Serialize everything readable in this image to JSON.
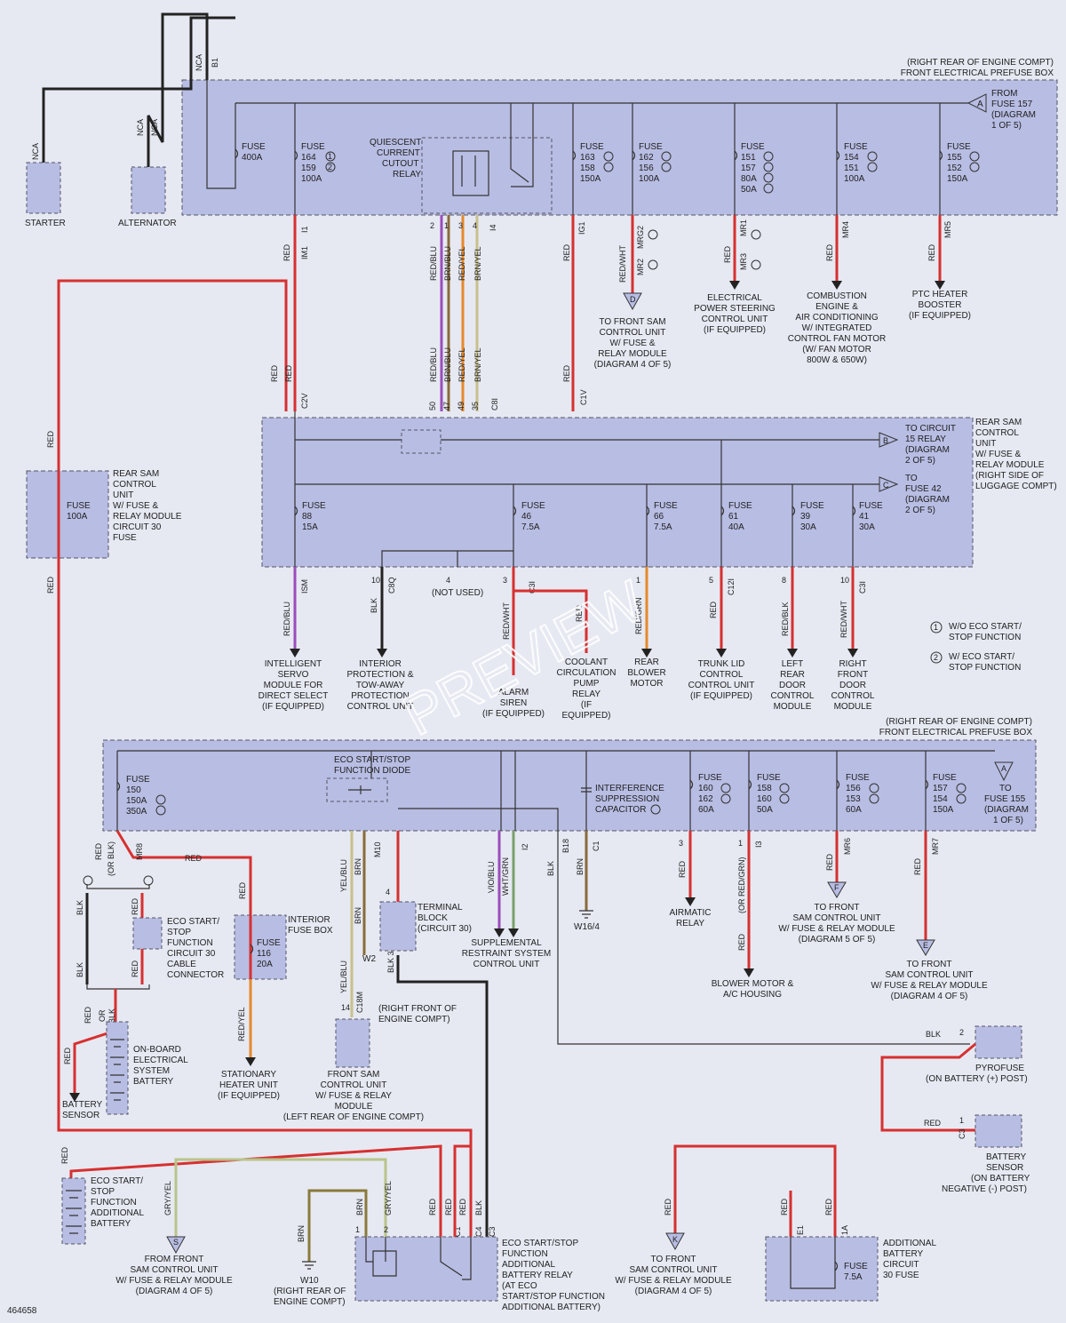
{
  "diagram_id": "464658",
  "watermark": "PREVIEW",
  "top_box": {
    "title_line1": "(RIGHT REAR OF ENGINE COMPT)",
    "title_line2": "FRONT ELECTRICAL PREFUSE BOX",
    "from_fuse": "FROM FUSE 157 (DIAGRAM 1 OF 5)",
    "fuse_400": "FUSE 400A",
    "fuse_164": [
      "FUSE",
      "164",
      "159",
      "100A"
    ],
    "relay": [
      "QUIESCENT",
      "CURRENT",
      "CUTOUT",
      "RELAY"
    ],
    "fuse_163": [
      "FUSE",
      "163",
      "158",
      "150A"
    ],
    "fuse_162": [
      "FUSE",
      "162",
      "156",
      "100A"
    ],
    "fuse_151": [
      "FUSE",
      "151",
      "157",
      "80A",
      "50A"
    ],
    "fuse_154": [
      "FUSE",
      "154",
      "151",
      "100A"
    ],
    "fuse_155": [
      "FUSE",
      "155",
      "152",
      "150A"
    ]
  },
  "starter": "STARTER",
  "alternator": "ALTERNATOR",
  "wire_labels": {
    "nca": "NCA",
    "b1": "B1",
    "red": "RED",
    "blk": "BLK",
    "brn": "BRN",
    "red_blu": "RED/BLU",
    "brn_blu": "BRN/BLU",
    "red_yel": "RED/YEL",
    "brn_yel": "BRN/YEL",
    "red_wht": "RED/WHT",
    "red_grn": "RED/GRN",
    "red_blk": "RED/BLK",
    "yel_blu": "YEL/BLU",
    "vio_blu": "VIO/BLU",
    "wht_grn": "WHT/GRN",
    "gry_yel": "GRY/YEL",
    "red_yel2": "RED/YEL",
    "or_blk": "(OR BLK)",
    "or_red_grn": "(OR RED/GRN)"
  },
  "connectors": {
    "i1": "I1",
    "im1": "IM1",
    "i4": "I4",
    "ig1": "IG1",
    "mrg2": "MRG2",
    "mr2": "MR2",
    "mr1": "MR1",
    "mr3": "MR3",
    "mr4": "MR4",
    "mr5": "MR5",
    "c2v": "C2V",
    "c8i": "C8I",
    "c1v": "C1V",
    "ism": "ISM",
    "c8q": "C8Q",
    "c3i": "C3I",
    "c12i": "C12I",
    "c3l": "C3I",
    "mr8": "MR8",
    "m10": "M10",
    "c18m": "C18M",
    "c1": "C1",
    "i2": "I2",
    "b18": "B18",
    "i3": "I3",
    "mr6": "MR6",
    "mr7": "MR7",
    "c3": "C3",
    "c4": "C4",
    "e1": "E1",
    "a": "A"
  },
  "pins": [
    "2",
    "1",
    "3",
    "4",
    "50",
    "47",
    "49",
    "35",
    "4",
    "10",
    "3",
    "1",
    "5",
    "8",
    "10",
    "14",
    "4",
    "3",
    "1",
    "2",
    "2",
    "1"
  ],
  "destinations": {
    "front_sam_d": "TO FRONT SAM CONTROL UNIT W/ FUSE & RELAY MODULE (DIAGRAM 4 OF 5)",
    "eps": "ELECTRICAL POWER STEERING CONTROL UNIT (IF EQUIPPED)",
    "combustion": "COMBUSTION ENGINE & AIR CONDITIONING W/ INTEGRATED CONTROL FAN MOTOR (W/ FAN MOTOR 800W & 650W)",
    "ptc": "PTC HEATER BOOSTER (IF EQUIPPED)"
  },
  "rear_sam": {
    "label": "REAR SAM CONTROL UNIT W/ FUSE & RELAY MODULE (RIGHT SIDE OF LUGGAGE COMPT)",
    "to_15": "TO CIRCUIT 15 RELAY (DIAGRAM 2 OF 5)",
    "to_42": "TO FUSE 42 (DIAGRAM 2 OF 5)",
    "fuses": [
      {
        "n": "88",
        "a": "15A"
      },
      {
        "n": "46",
        "a": "7.5A"
      },
      {
        "n": "66",
        "a": "7.5A"
      },
      {
        "n": "61",
        "a": "40A"
      },
      {
        "n": "39",
        "a": "30A"
      },
      {
        "n": "41",
        "a": "30A"
      }
    ],
    "fuse_label": "FUSE"
  },
  "rear_sam_100": {
    "fuse": "FUSE 100A",
    "label": "REAR SAM CONTROL UNIT W/ FUSE & RELAY MODULE CIRCUIT 30 FUSE"
  },
  "rear_outputs": {
    "servo": "INTELLIGENT SERVO MODULE FOR DIRECT SELECT (IF EQUIPPED)",
    "interior": "INTERIOR PROTECTION & TOW-AWAY PROTECTION CONTROL UNIT",
    "not_used": "(NOT USED)",
    "alarm": "ALARM SIREN (IF EQUIPPED)",
    "coolant": "COOLANT CIRCULATION PUMP RELAY (IF EQUIPPED)",
    "blower": "REAR BLOWER MOTOR",
    "trunk": "TRUNK LID CONTROL CONTROL UNIT (IF EQUIPPED)",
    "left_door": "LEFT REAR DOOR CONTROL MODULE",
    "right_door": "RIGHT FRONT DOOR CONTROL MODULE"
  },
  "legend": {
    "one": "W/O ECO START/ STOP FUNCTION",
    "two": "W/ ECO START/ STOP FUNCTION"
  },
  "bottom_box": {
    "title_line1": "(RIGHT REAR OF ENGINE COMPT)",
    "title_line2": "FRONT ELECTRICAL PREFUSE BOX",
    "fuse_150": [
      "FUSE",
      "150",
      "150A",
      "350A"
    ],
    "diode": "ECO START/STOP FUNCTION DIODE",
    "capacitor": "INTERFERENCE SUPPRESSION CAPACITOR",
    "fuse_160": [
      "FUSE",
      "160",
      "162",
      "60A"
    ],
    "fuse_158": [
      "FUSE",
      "158",
      "160",
      "50A"
    ],
    "fuse_156": [
      "FUSE",
      "156",
      "153",
      "60A"
    ],
    "fuse_157": [
      "FUSE",
      "157",
      "154",
      "150A"
    ],
    "to_155": "TO FUSE 155 (DIAGRAM 1 OF 5)"
  },
  "bottom_components": {
    "eco_cable": "ECO START/ STOP FUNCTION CIRCUIT 30 CABLE CONNECTOR",
    "interior_fuse_box": "INTERIOR FUSE BOX",
    "fuse_116": [
      "FUSE",
      "116",
      "20A"
    ],
    "terminal_block": "TERMINAL BLOCK (CIRCUIT 30)",
    "w2": "W2",
    "right_front": "(RIGHT FRONT OF ENGINE COMPT)",
    "srs": "SUPPLEMENTAL RESTRAINT SYSTEM CONTROL UNIT",
    "w16": "W16/4",
    "airmatic": "AIRMATIC RELAY",
    "blower_ac": "BLOWER MOTOR & A/C HOUSING",
    "to_front_f": "TO FRONT SAM CONTROL UNIT W/ FUSE & RELAY MODULE (DIAGRAM 5 OF 5)",
    "to_front_e": "TO FRONT SAM CONTROL UNIT W/ FUSE & RELAY MODULE (DIAGRAM 4 OF 5)",
    "battery_onboard": "ON-BOARD ELECTRICAL SYSTEM BATTERY",
    "battery_sensor_l": "BATTERY SENSOR",
    "stationary_heater": "STATIONARY HEATER UNIT (IF EQUIPPED)",
    "front_sam_left": "FRONT SAM CONTROL UNIT W/ FUSE & RELAY MODULE (LEFT REAR OF ENGINE COMPT)",
    "pyrofuse": "PYROFUSE (ON BATTERY (+) POST)",
    "battery_sensor_r": "BATTERY SENSOR (ON BATTERY NEGATIVE (-) POST)",
    "additional_battery": "ECO START/ STOP FUNCTION ADDITIONAL BATTERY",
    "from_front_s": "FROM FRONT SAM CONTROL UNIT W/ FUSE & RELAY MODULE (DIAGRAM 4 OF 5)",
    "w10": "W10 (RIGHT REAR OF ENGINE COMPT)",
    "add_relay": "ECO START/STOP FUNCTION ADDITIONAL BATTERY RELAY (AT ECO START/STOP FUNCTION ADDITIONAL BATTERY)",
    "to_front_k": "TO FRONT SAM CONTROL UNIT W/ FUSE & RELAY MODULE (DIAGRAM 4 OF 5)",
    "add_fuse": "ADDITIONAL BATTERY CIRCUIT 30 FUSE",
    "fuse_75": [
      "FUSE",
      "7.5A"
    ]
  },
  "connector_letters": [
    "A",
    "B",
    "C",
    "D",
    "E",
    "F",
    "S",
    "K"
  ],
  "circled": [
    "1",
    "2"
  ]
}
